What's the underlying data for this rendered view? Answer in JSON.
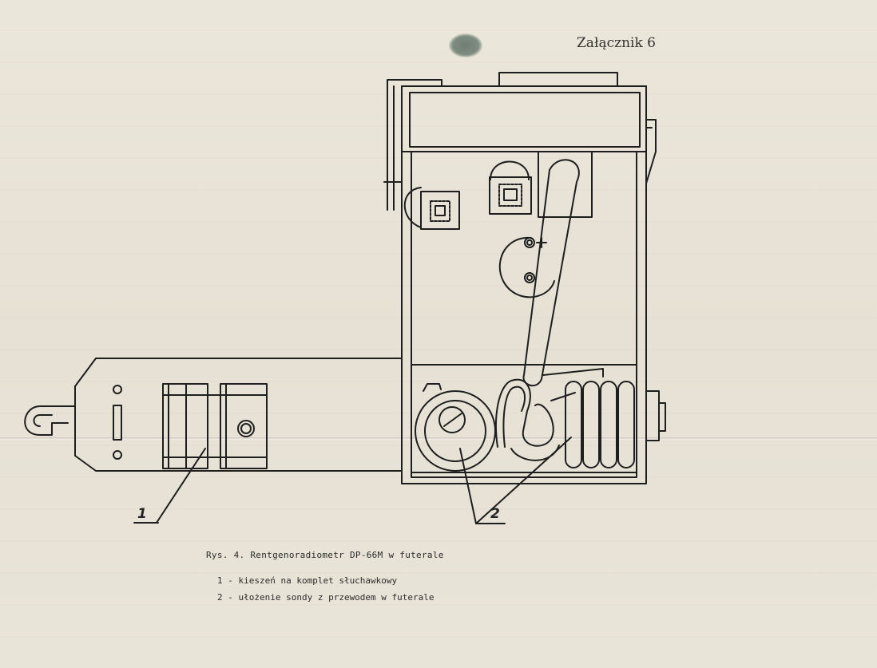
{
  "header": {
    "annex_label": "Załącznik 6"
  },
  "figure": {
    "caption": "Rys. 4. Rentgenoradiometr DP-66M w futerale",
    "callout_1": "1",
    "callout_2": "2"
  },
  "legend": {
    "items": [
      "1 - kieszeń na komplet słuchawkowy",
      "2 - ułożenie sondy z przewodem w futerale"
    ]
  }
}
